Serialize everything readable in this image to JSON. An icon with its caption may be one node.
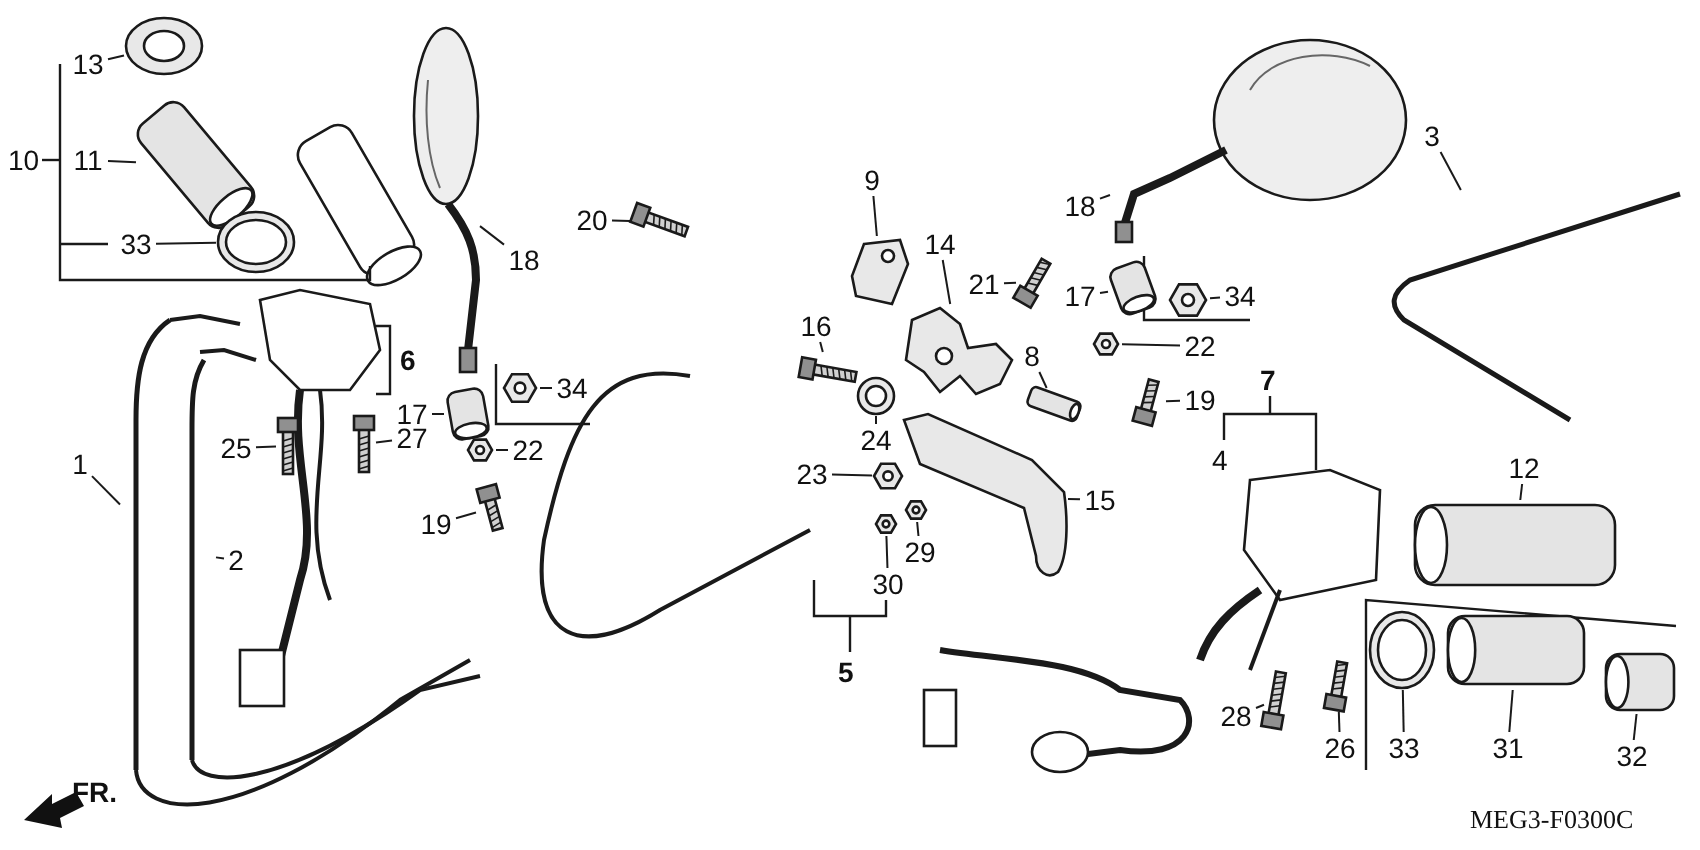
{
  "diagram": {
    "nodes": [
      {
        "text": [
          "13"
        ]
      },
      {
        "text": [],
        "shape": "picture"
      },
      {
        "text": [
          "11"
        ]
      },
      {
        "text": [],
        "shape": "picture"
      },
      {
        "text": [
          "33"
        ]
      },
      {
        "text": [],
        "shape": "picture"
      },
      {
        "text": [
          "18"
        ]
      },
      {
        "text": [],
        "shape": "picture"
      },
      {
        "text": [
          "34"
        ]
      },
      {
        "text": [],
        "shape": "picture"
      },
      {
        "text": [
          "17"
        ]
      },
      {
        "text": [],
        "shape": "picture"
      },
      {
        "text": [
          "25"
        ]
      },
      {
        "text": [],
        "shape": "picture"
      },
      {
        "text": [
          "27"
        ]
      },
      {
        "text": [],
        "shape": "picture"
      },
      {
        "text": [
          "22"
        ]
      },
      {
        "text": [],
        "shape": "picture"
      },
      {
        "text": [
          "19"
        ]
      },
      {
        "text": [],
        "shape": "picture"
      },
      {
        "text": [
          "1"
        ]
      },
      {
        "text": [],
        "shape": "picture"
      },
      {
        "text": [
          "2"
        ]
      },
      {
        "text": [],
        "shape": "picture"
      },
      {
        "text": [
          "20"
        ]
      },
      {
        "text": [],
        "shape": "picture"
      },
      {
        "text": [
          "9"
        ]
      },
      {
        "text": [],
        "shape": "picture"
      },
      {
        "text": [
          "14"
        ]
      },
      {
        "text": [],
        "shape": "picture"
      },
      {
        "text": [
          "21"
        ]
      },
      {
        "text": [],
        "shape": "picture"
      },
      {
        "text": [
          "16"
        ]
      },
      {
        "text": [],
        "shape": "picture"
      },
      {
        "text": [
          "8"
        ]
      },
      {
        "text": [],
        "shape": "picture"
      },
      {
        "text": [
          "17"
        ]
      },
      {
        "text": [],
        "shape": "picture"
      },
      {
        "text": [
          "22"
        ]
      },
      {
        "text": [],
        "shape": "picture"
      },
      {
        "text": [
          "19"
        ]
      },
      {
        "text": [],
        "shape": "picture"
      },
      {
        "text": [
          "18"
        ]
      },
      {
        "text": [],
        "shape": "picture"
      },
      {
        "text": [
          "34"
        ]
      },
      {
        "text": [],
        "shape": "picture"
      },
      {
        "text": [
          "3"
        ]
      },
      {
        "text": [],
        "shape": "picture"
      },
      {
        "text": [
          "24"
        ]
      },
      {
        "text": [],
        "shape": "picture"
      },
      {
        "text": [
          "23"
        ]
      },
      {
        "text": [],
        "shape": "picture"
      },
      {
        "text": [
          "15"
        ]
      },
      {
        "text": [],
        "shape": "picture"
      },
      {
        "text": [
          "29"
        ]
      },
      {
        "text": [],
        "shape": "picture"
      },
      {
        "text": [
          "30"
        ]
      },
      {
        "text": [],
        "shape": "picture"
      },
      {
        "text": [
          "12"
        ]
      },
      {
        "text": [],
        "shape": "picture"
      },
      {
        "text": [
          "28"
        ]
      },
      {
        "text": [],
        "shape": "picture"
      },
      {
        "text": [
          "26"
        ]
      },
      {
        "text": [],
        "shape": "picture"
      },
      {
        "text": [
          "33"
        ]
      },
      {
        "text": [],
        "shape": "picture"
      },
      {
        "text": [
          "31"
        ]
      },
      {
        "text": [],
        "shape": "picture"
      },
      {
        "text": [
          "32"
        ]
      },
      {
        "text": [],
        "shape": "picture"
      }
    ],
    "edges": [
      {
        "from": 0,
        "to": 1,
        "arrow": "none"
      },
      {
        "from": 2,
        "to": 3,
        "arrow": "none"
      },
      {
        "from": 4,
        "to": 5,
        "arrow": "none"
      },
      {
        "from": 6,
        "to": 7,
        "arrow": "none"
      },
      {
        "from": 8,
        "to": 9,
        "arrow": "none"
      },
      {
        "from": 10,
        "to": 11,
        "arrow": "none"
      },
      {
        "from": 12,
        "to": 13,
        "arrow": "none"
      },
      {
        "from": 14,
        "to": 15,
        "arrow": "none"
      },
      {
        "from": 16,
        "to": 17,
        "arrow": "none"
      },
      {
        "from": 18,
        "to": 19,
        "arrow": "none"
      },
      {
        "from": 20,
        "to": 21,
        "arrow": "none"
      },
      {
        "from": 22,
        "to": 23,
        "arrow": "none"
      },
      {
        "from": 24,
        "to": 25,
        "arrow": "none"
      },
      {
        "from": 26,
        "to": 27,
        "arrow": "none"
      },
      {
        "from": 28,
        "to": 29,
        "arrow": "none"
      },
      {
        "from": 30,
        "to": 31,
        "arrow": "none"
      },
      {
        "from": 32,
        "to": 33,
        "arrow": "none"
      },
      {
        "from": 34,
        "to": 35,
        "arrow": "none"
      },
      {
        "from": 36,
        "to": 37,
        "arrow": "none"
      },
      {
        "from": 38,
        "to": 39,
        "arrow": "none"
      },
      {
        "from": 40,
        "to": 41,
        "arrow": "none"
      },
      {
        "from": 42,
        "to": 43,
        "arrow": "none"
      },
      {
        "from": 44,
        "to": 45,
        "arrow": "none"
      },
      {
        "from": 46,
        "to": 47,
        "arrow": "none"
      },
      {
        "from": 48,
        "to": 49,
        "arrow": "none"
      },
      {
        "from": 50,
        "to": 51,
        "arrow": "none"
      },
      {
        "from": 52,
        "to": 53,
        "arrow": "none"
      },
      {
        "from": 54,
        "to": 55,
        "arrow": "none"
      },
      {
        "from": 56,
        "to": 57,
        "arrow": "none"
      },
      {
        "from": 58,
        "to": 59,
        "arrow": "none"
      },
      {
        "from": 60,
        "to": 61,
        "arrow": "none"
      },
      {
        "from": 62,
        "to": 63,
        "arrow": "none"
      },
      {
        "from": 64,
        "to": 65,
        "arrow": "none"
      },
      {
        "from": 66,
        "to": 67,
        "arrow": "none"
      },
      {
        "from": 68,
        "to": 69,
        "arrow": "none"
      }
    ],
    "labels": [
      "10",
      "6",
      "7",
      "4",
      "5",
      "FR.",
      "MEG3-F0300C"
    ]
  }
}
